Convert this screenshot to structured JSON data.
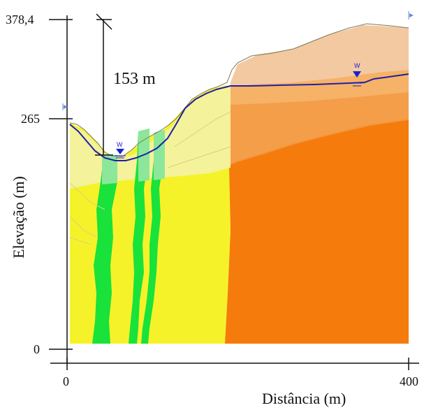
{
  "figure": {
    "y_axis_title": "Elevação (m)",
    "x_axis_title": "Distância (m)",
    "y_ticks": [
      "378,4",
      "265",
      "0"
    ],
    "x_ticks": [
      "0",
      "400"
    ],
    "height_annotation": "153 m",
    "water_markers": [
      {
        "label": "W",
        "position": "valley"
      },
      {
        "label": "W",
        "position": "right slope"
      }
    ]
  },
  "colors": {
    "yellow": "#f6f22a",
    "light_yellow": "#f4f29a",
    "green": "#19e23a",
    "light_green": "#8de79a",
    "orange": "#f57b0c",
    "light_orange": "#f6b266",
    "peach": "#f3c9a2",
    "line_blue": "#1f1fa8",
    "marker_blue": "#1a22cc"
  }
}
